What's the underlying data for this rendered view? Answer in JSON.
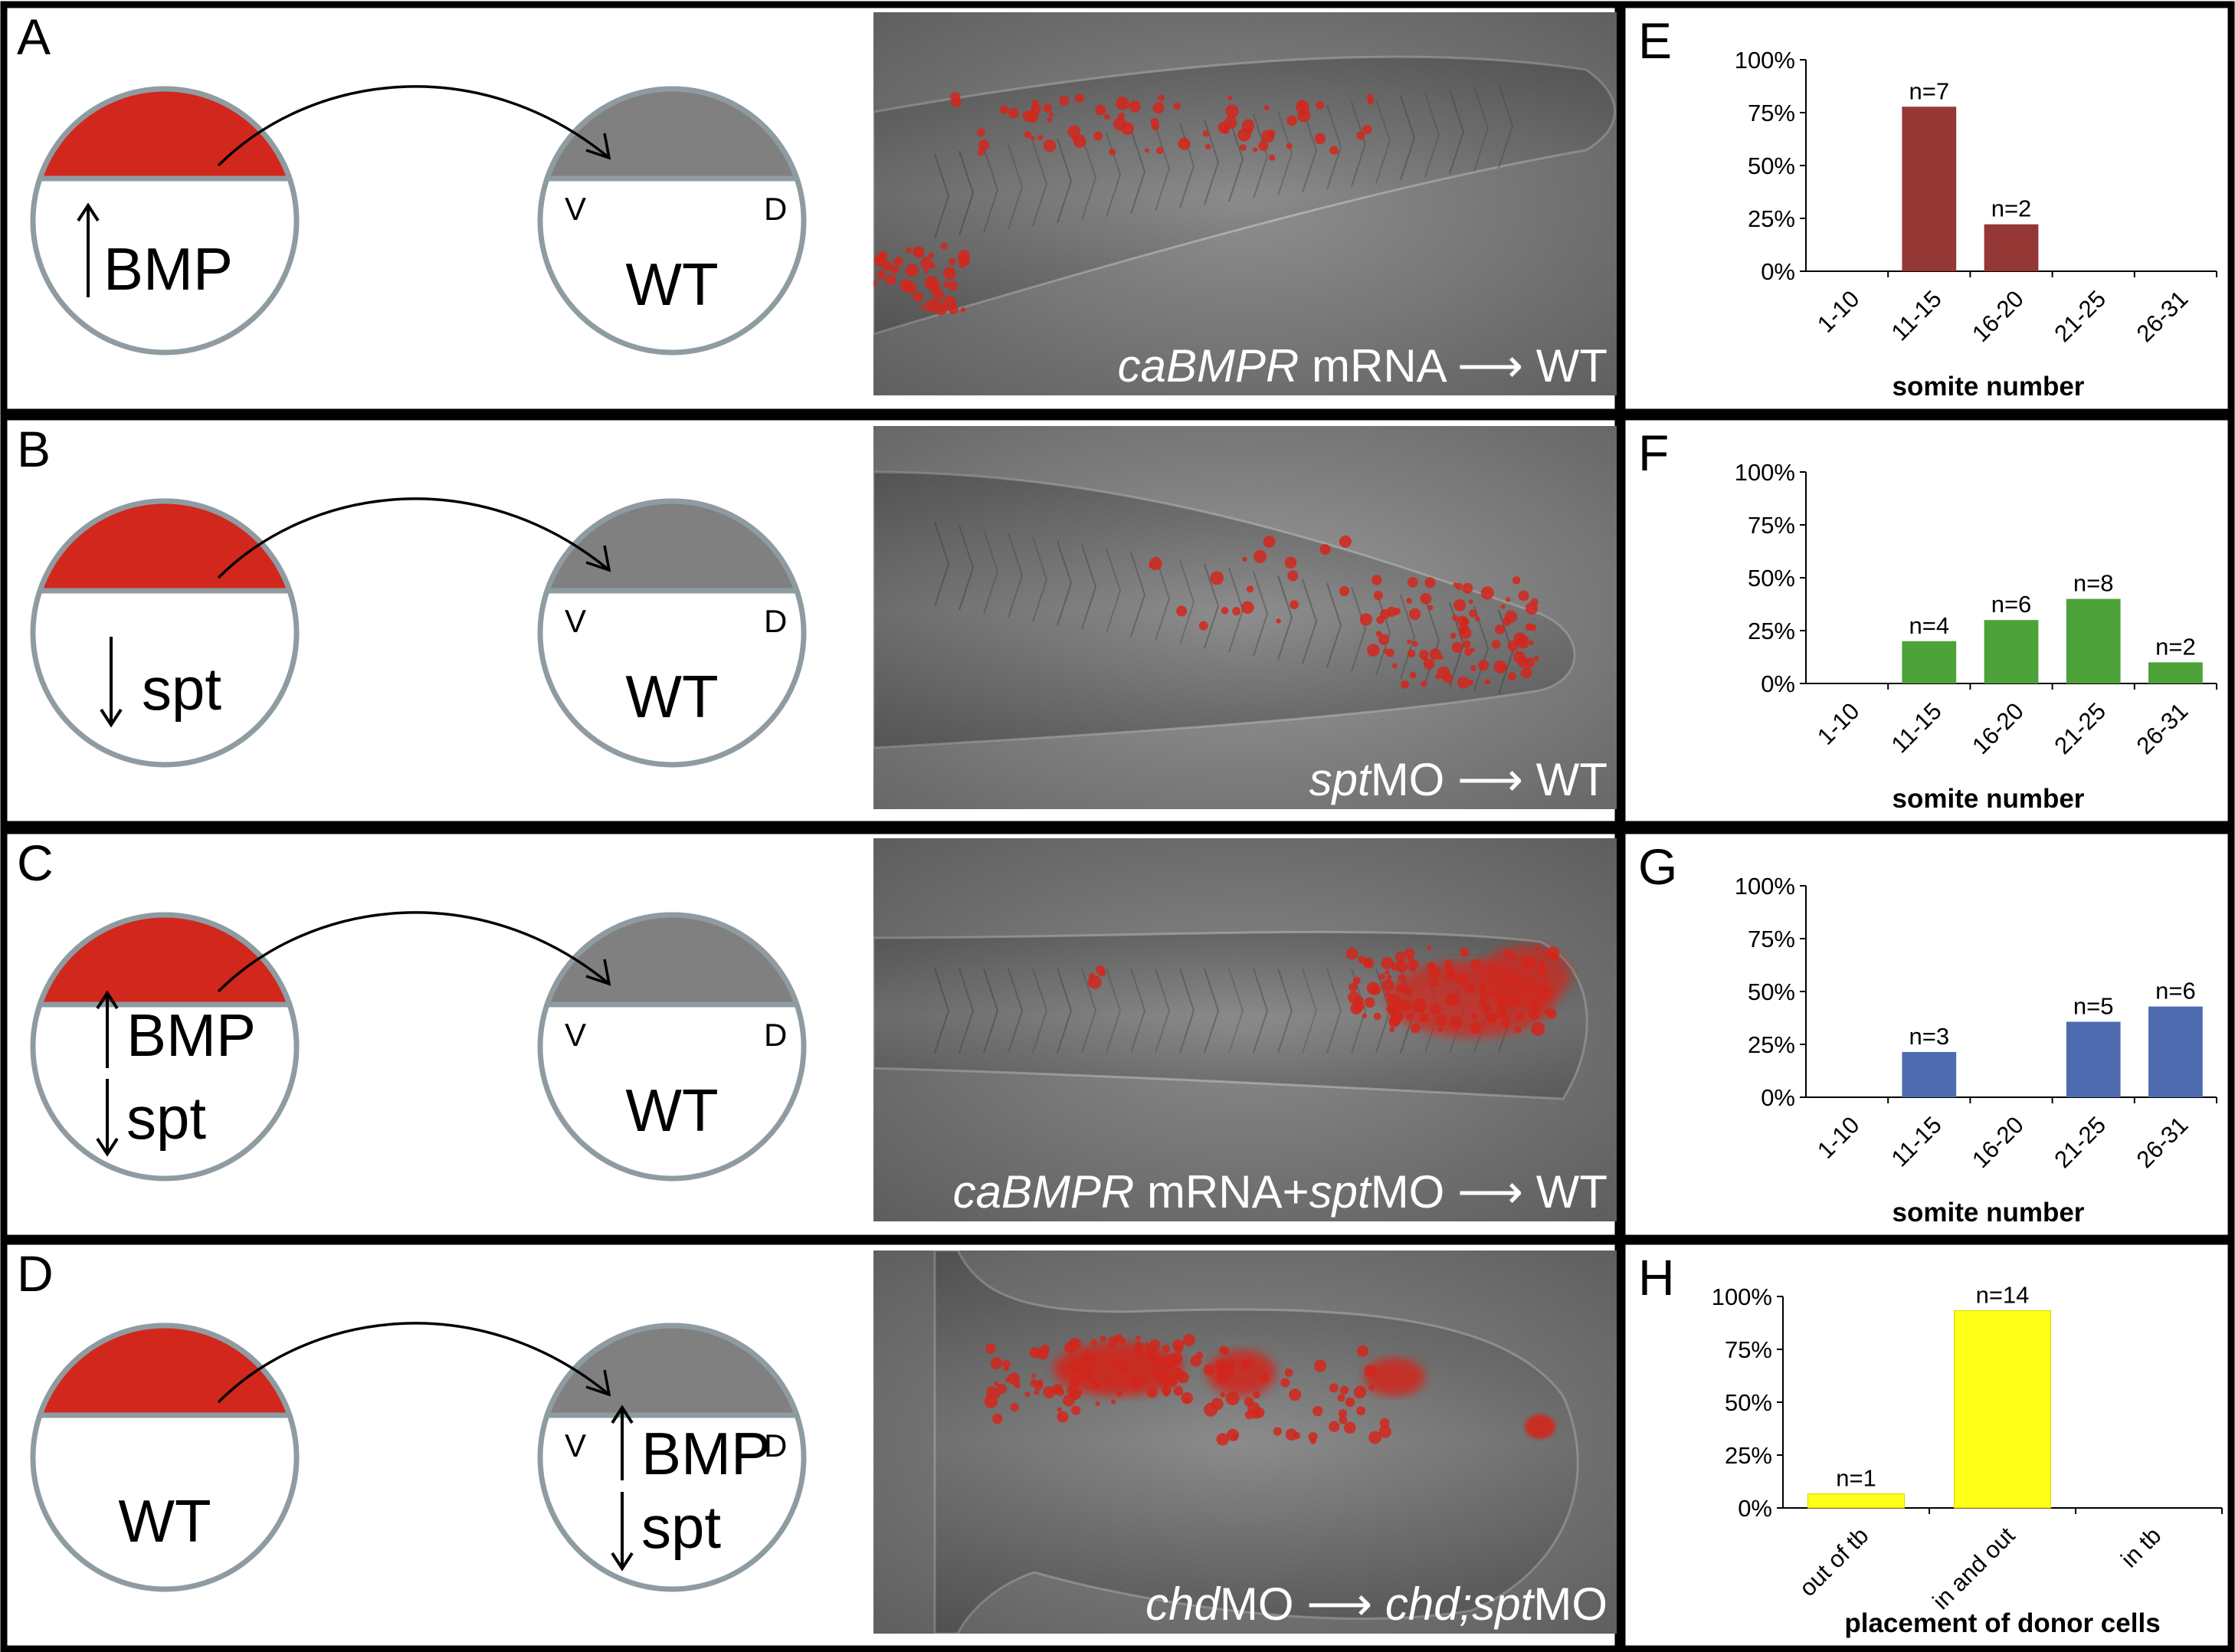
{
  "colors": {
    "donor_red": "#D2271C",
    "host_grey": "#808080",
    "outline": "#8E9CA2",
    "panel_e": "#953735",
    "panel_f": "#4EA23A",
    "panel_g": "#4F6BB0",
    "panel_h": "#FFFF1A"
  },
  "rows": [
    {
      "letter": "A",
      "donor_arrow": "up",
      "donor_lines": [
        "BMP"
      ],
      "host_lines": [
        "WT"
      ],
      "host_arrows": [],
      "v_label": "V",
      "d_label": "D",
      "caption": [
        {
          "text": "caBMPR",
          "italic": true
        },
        {
          "text": " mRNA  ⟶  WT",
          "italic": false
        }
      ]
    },
    {
      "letter": "B",
      "donor_arrow": "down",
      "donor_lines": [
        "spt"
      ],
      "host_lines": [
        "WT"
      ],
      "host_arrows": [],
      "v_label": "V",
      "d_label": "D",
      "caption": [
        {
          "text": "spt",
          "italic": true
        },
        {
          "text": "MO ⟶ WT",
          "italic": false
        }
      ]
    },
    {
      "letter": "C",
      "donor_arrow": "both",
      "donor_lines": [
        "BMP",
        "spt"
      ],
      "host_lines": [
        "WT"
      ],
      "host_arrows": [],
      "v_label": "V",
      "d_label": "D",
      "caption": [
        {
          "text": "caBMPR",
          "italic": true
        },
        {
          "text": " mRNA+",
          "italic": false
        },
        {
          "text": "spt",
          "italic": true
        },
        {
          "text": "MO ⟶ WT",
          "italic": false
        }
      ]
    },
    {
      "letter": "D",
      "donor_arrow": "none",
      "donor_lines": [
        "WT"
      ],
      "host_lines": [
        "BMP",
        "spt"
      ],
      "host_arrows": [
        "up",
        "down"
      ],
      "v_label": "V",
      "d_label": "D",
      "caption": [
        {
          "text": "chd",
          "italic": true
        },
        {
          "text": "MO ⟶ ",
          "italic": false
        },
        {
          "text": "chd;spt",
          "italic": true
        },
        {
          "text": "MO",
          "italic": false
        }
      ]
    }
  ],
  "chart_data": [
    {
      "panel": "E",
      "type": "bar",
      "categories": [
        "1-10",
        "11-15",
        "16-20",
        "21-25",
        "26-31"
      ],
      "values": [
        0,
        77.8,
        22.2,
        0,
        0
      ],
      "bar_labels": [
        "",
        "n=7",
        "n=2",
        "",
        ""
      ],
      "color": "#953735",
      "xlabel": "somite number",
      "ylabel": "",
      "ylim": [
        0,
        100
      ],
      "yticks": [
        "0%",
        "25%",
        "50%",
        "75%",
        "100%"
      ],
      "grid": false
    },
    {
      "panel": "F",
      "type": "bar",
      "categories": [
        "1-10",
        "11-15",
        "16-20",
        "21-25",
        "26-31"
      ],
      "values": [
        0,
        20,
        30,
        40,
        10
      ],
      "bar_labels": [
        "",
        "n=4",
        "n=6",
        "n=8",
        "n=2"
      ],
      "color": "#4EA23A",
      "xlabel": "somite number",
      "ylabel": "",
      "ylim": [
        0,
        100
      ],
      "yticks": [
        "0%",
        "25%",
        "50%",
        "75%",
        "100%"
      ],
      "grid": false
    },
    {
      "panel": "G",
      "type": "bar",
      "categories": [
        "1-10",
        "11-15",
        "16-20",
        "21-25",
        "26-31"
      ],
      "values": [
        0,
        21.4,
        0,
        35.7,
        42.9
      ],
      "bar_labels": [
        "",
        "n=3",
        "",
        "n=5",
        "n=6"
      ],
      "color": "#4F6BB0",
      "xlabel": "somite number",
      "ylabel": "",
      "ylim": [
        0,
        100
      ],
      "yticks": [
        "0%",
        "25%",
        "50%",
        "75%",
        "100%"
      ],
      "grid": false
    },
    {
      "panel": "H",
      "type": "bar",
      "categories": [
        "out of tb",
        "in and out",
        "in tb"
      ],
      "values": [
        6.7,
        93.3,
        0
      ],
      "bar_labels": [
        "n=1",
        "n=14",
        ""
      ],
      "color": "#FFFF1A",
      "xlabel": "placement of donor cells",
      "ylabel": "",
      "ylim": [
        0,
        100
      ],
      "yticks": [
        "0%",
        "25%",
        "50%",
        "75%",
        "100%"
      ],
      "grid": false
    }
  ]
}
